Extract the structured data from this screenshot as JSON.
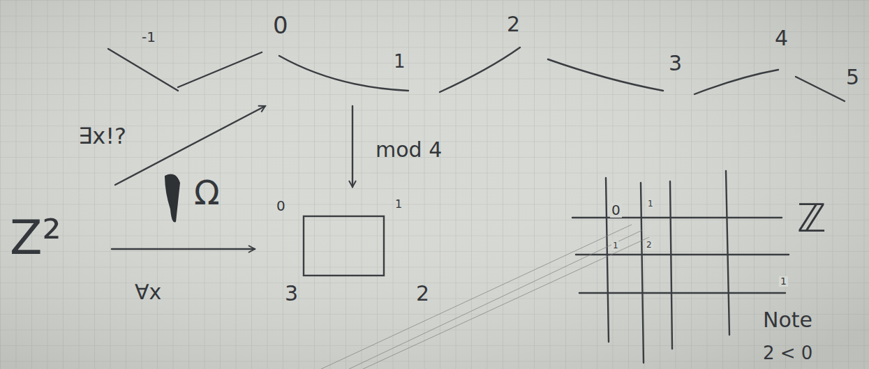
{
  "diagram": {
    "labels": [
      "-1",
      "0",
      "1",
      "2",
      "3",
      "4",
      "5",
      "∃x!?",
      "mod 4",
      "Ω",
      "Z²",
      "∀x",
      "0",
      "1",
      "3",
      "2",
      "0",
      "1",
      "1",
      "2",
      "1",
      "ℤ",
      "Note",
      "2 < 0"
    ]
  }
}
